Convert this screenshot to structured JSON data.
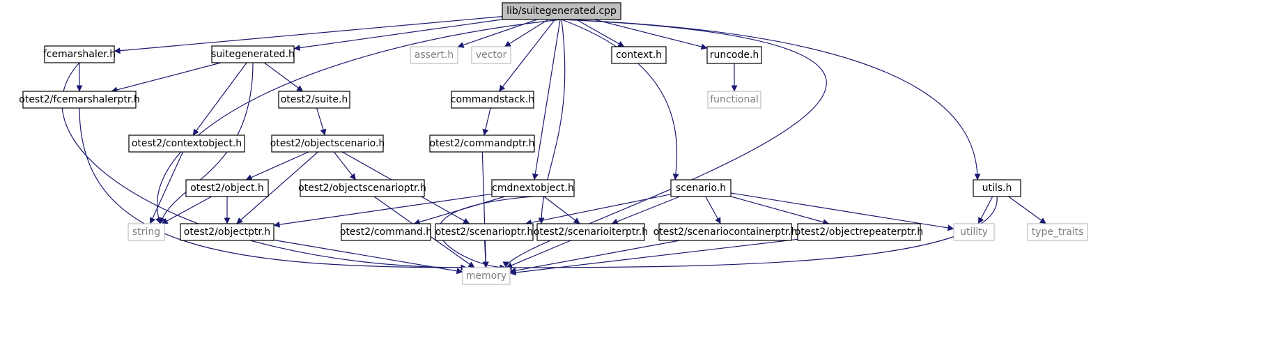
{
  "colors": {
    "edge": "#191970",
    "node_border": "#000000",
    "external_node_border": "#bfbfbf",
    "external_node_text": "#7f7f7f",
    "root_fill": "#bfbfbf",
    "background": "#ffffff"
  },
  "nodes": [
    {
      "id": "root",
      "label": "lib/suitegenerated.cpp",
      "kind": "root"
    },
    {
      "id": "fcemarshaler_h",
      "label": "fcemarshaler.h",
      "kind": "file"
    },
    {
      "id": "suitegenerated_h",
      "label": "suitegenerated.h",
      "kind": "file"
    },
    {
      "id": "assert_h",
      "label": "assert.h",
      "kind": "external"
    },
    {
      "id": "vector",
      "label": "vector",
      "kind": "external"
    },
    {
      "id": "context_h",
      "label": "context.h",
      "kind": "file"
    },
    {
      "id": "runcode_h",
      "label": "runcode.h",
      "kind": "file"
    },
    {
      "id": "otest2_fcemarshalerptr_h",
      "label": "otest2/fcemarshalerptr.h",
      "kind": "file"
    },
    {
      "id": "otest2_suite_h",
      "label": "otest2/suite.h",
      "kind": "file"
    },
    {
      "id": "commandstack_h",
      "label": "commandstack.h",
      "kind": "file"
    },
    {
      "id": "functional",
      "label": "functional",
      "kind": "external"
    },
    {
      "id": "otest2_contextobject_h",
      "label": "otest2/contextobject.h",
      "kind": "file"
    },
    {
      "id": "otest2_objectscenario_h",
      "label": "otest2/objectscenario.h",
      "kind": "file"
    },
    {
      "id": "otest2_commandptr_h",
      "label": "otest2/commandptr.h",
      "kind": "file"
    },
    {
      "id": "otest2_object_h",
      "label": "otest2/object.h",
      "kind": "file"
    },
    {
      "id": "otest2_objectscenarioptr_h",
      "label": "otest2/objectscenarioptr.h",
      "kind": "file"
    },
    {
      "id": "cmdnextobject_h",
      "label": "cmdnextobject.h",
      "kind": "file"
    },
    {
      "id": "scenario_h",
      "label": "scenario.h",
      "kind": "file"
    },
    {
      "id": "utils_h",
      "label": "utils.h",
      "kind": "file"
    },
    {
      "id": "string",
      "label": "string",
      "kind": "external"
    },
    {
      "id": "otest2_objectptr_h",
      "label": "otest2/objectptr.h",
      "kind": "file"
    },
    {
      "id": "otest2_command_h",
      "label": "otest2/command.h",
      "kind": "file"
    },
    {
      "id": "otest2_scenarioptr_h",
      "label": "otest2/scenarioptr.h",
      "kind": "file"
    },
    {
      "id": "otest2_scenarioiterptr_h",
      "label": "otest2/scenarioiterptr.h",
      "kind": "file"
    },
    {
      "id": "otest2_scenariocontainerptr_h",
      "label": "otest2/scenariocontainerptr.h",
      "kind": "file"
    },
    {
      "id": "otest2_objectrepeaterptr_h",
      "label": "otest2/objectrepeaterptr.h",
      "kind": "file"
    },
    {
      "id": "utility",
      "label": "utility",
      "kind": "external"
    },
    {
      "id": "type_traits",
      "label": "type_traits",
      "kind": "external"
    },
    {
      "id": "memory",
      "label": "memory",
      "kind": "external"
    }
  ],
  "edges": [
    [
      "root",
      "fcemarshaler_h"
    ],
    [
      "root",
      "suitegenerated_h"
    ],
    [
      "root",
      "assert_h"
    ],
    [
      "root",
      "vector"
    ],
    [
      "root",
      "context_h"
    ],
    [
      "root",
      "runcode_h"
    ],
    [
      "root",
      "commandstack_h"
    ],
    [
      "root",
      "cmdnextobject_h"
    ],
    [
      "root",
      "scenario_h"
    ],
    [
      "root",
      "utils_h"
    ],
    [
      "root",
      "string"
    ],
    [
      "root",
      "otest2_scenarioiterptr_h"
    ],
    [
      "root",
      "memory"
    ],
    [
      "fcemarshaler_h",
      "otest2_fcemarshalerptr_h"
    ],
    [
      "fcemarshaler_h",
      "memory"
    ],
    [
      "suitegenerated_h",
      "otest2_fcemarshalerptr_h"
    ],
    [
      "suitegenerated_h",
      "otest2_suite_h"
    ],
    [
      "suitegenerated_h",
      "otest2_contextobject_h"
    ],
    [
      "suitegenerated_h",
      "string"
    ],
    [
      "runcode_h",
      "functional"
    ],
    [
      "otest2_fcemarshalerptr_h",
      "memory"
    ],
    [
      "otest2_suite_h",
      "otest2_objectscenario_h"
    ],
    [
      "commandstack_h",
      "otest2_commandptr_h"
    ],
    [
      "otest2_contextobject_h",
      "string"
    ],
    [
      "otest2_objectscenario_h",
      "otest2_object_h"
    ],
    [
      "otest2_objectscenario_h",
      "otest2_objectscenarioptr_h"
    ],
    [
      "otest2_objectscenario_h",
      "otest2_objectptr_h"
    ],
    [
      "otest2_objectscenario_h",
      "otest2_scenarioptr_h"
    ],
    [
      "otest2_commandptr_h",
      "memory"
    ],
    [
      "otest2_object_h",
      "string"
    ],
    [
      "otest2_object_h",
      "otest2_objectptr_h"
    ],
    [
      "otest2_objectscenarioptr_h",
      "memory"
    ],
    [
      "cmdnextobject_h",
      "otest2_objectptr_h"
    ],
    [
      "cmdnextobject_h",
      "otest2_command_h"
    ],
    [
      "cmdnextobject_h",
      "otest2_scenarioiterptr_h"
    ],
    [
      "cmdnextobject_h",
      "memory"
    ],
    [
      "scenario_h",
      "otest2_scenarioptr_h"
    ],
    [
      "scenario_h",
      "otest2_scenarioiterptr_h"
    ],
    [
      "scenario_h",
      "otest2_scenariocontainerptr_h"
    ],
    [
      "scenario_h",
      "otest2_objectrepeaterptr_h"
    ],
    [
      "scenario_h",
      "utility"
    ],
    [
      "utils_h",
      "utility"
    ],
    [
      "utils_h",
      "type_traits"
    ],
    [
      "utils_h",
      "memory"
    ],
    [
      "otest2_objectptr_h",
      "memory"
    ],
    [
      "otest2_scenarioptr_h",
      "memory"
    ],
    [
      "otest2_scenarioiterptr_h",
      "memory"
    ],
    [
      "otest2_scenariocontainerptr_h",
      "memory"
    ],
    [
      "otest2_objectrepeaterptr_h",
      "memory"
    ]
  ]
}
